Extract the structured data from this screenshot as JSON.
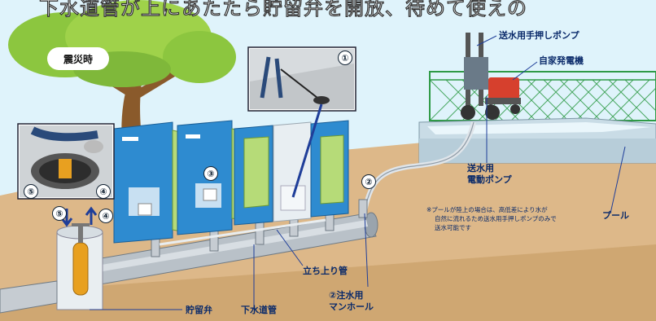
{
  "top_banner": "下水道管が上にあたたら貯留弁を開放、待めて使えの",
  "scene_tag": "震災時",
  "markers": [
    "①",
    "②",
    "③",
    "④",
    "⑤"
  ],
  "labels": {
    "hand_pump": "送水用手押しポンプ",
    "generator": "自家発電機",
    "electric_pump_line1": "送水用",
    "electric_pump_line2": "電動ポンプ",
    "pool": "プール",
    "riser_pipe": "立ち上り管",
    "sewer_pipe": "下水道管",
    "storage_valve": "貯留弁",
    "manhole_line1": "②注水用",
    "manhole_line2": "マンホール"
  },
  "note_lines": [
    "※プールが陸上の場合は、高低差により水が",
    "自然に流れるため送水用手押しポンプのみで",
    "送水可能です"
  ],
  "colors": {
    "sky": "#dff3fb",
    "ground": "#ddb889",
    "toilet": "#2e8bd0",
    "pipe": "#b9c1c8",
    "valve": "#e8a020",
    "label_text": "#0a2a6a"
  }
}
